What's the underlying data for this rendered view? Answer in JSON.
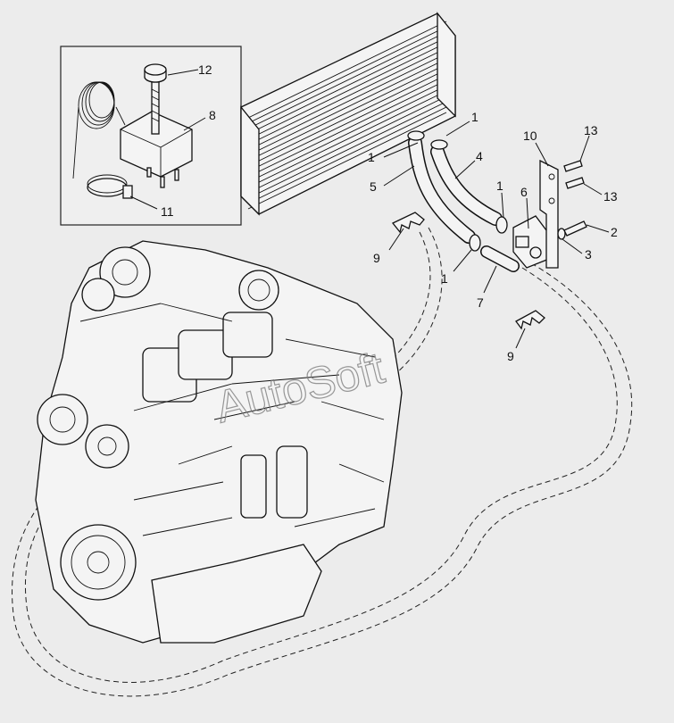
{
  "watermark": "AutoSoft",
  "callouts": [
    {
      "id": "c1a",
      "label": "1"
    },
    {
      "id": "c1b",
      "label": "1"
    },
    {
      "id": "c1c",
      "label": "1"
    },
    {
      "id": "c1d",
      "label": "1"
    },
    {
      "id": "c2",
      "label": "2"
    },
    {
      "id": "c3",
      "label": "3"
    },
    {
      "id": "c4",
      "label": "4"
    },
    {
      "id": "c5",
      "label": "5"
    },
    {
      "id": "c6",
      "label": "6"
    },
    {
      "id": "c7",
      "label": "7"
    },
    {
      "id": "c8",
      "label": "8"
    },
    {
      "id": "c9a",
      "label": "9"
    },
    {
      "id": "c9b",
      "label": "9"
    },
    {
      "id": "c10",
      "label": "10"
    },
    {
      "id": "c11",
      "label": "11"
    },
    {
      "id": "c12",
      "label": "12"
    },
    {
      "id": "c13a",
      "label": "13"
    },
    {
      "id": "c13b",
      "label": "13"
    }
  ]
}
